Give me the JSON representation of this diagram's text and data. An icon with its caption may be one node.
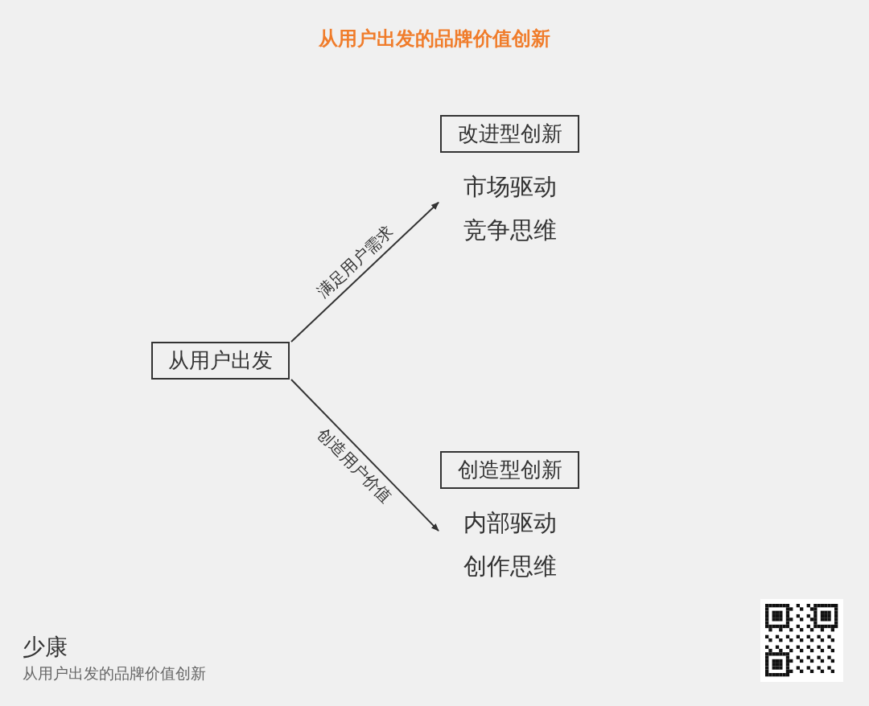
{
  "diagram": {
    "title": "从用户出发的品牌价值创新",
    "nodes": [
      {
        "text": [
          "从用户出发"
        ]
      },
      {
        "text": [
          "改进型创新"
        ],
        "beside": [
          "市场驱动",
          "竞争思维"
        ]
      },
      {
        "text": [
          "创造型创新"
        ],
        "beside": [
          "内部驱动",
          "创作思维"
        ]
      }
    ],
    "edges": [
      {
        "from": 0,
        "to": 1,
        "arrow": "to",
        "label": "满足用户需求"
      },
      {
        "from": 0,
        "to": 2,
        "arrow": "to",
        "label": "创造用户价值"
      }
    ],
    "labels": [
      "少康",
      "从用户出发的品牌价值创新"
    ]
  }
}
